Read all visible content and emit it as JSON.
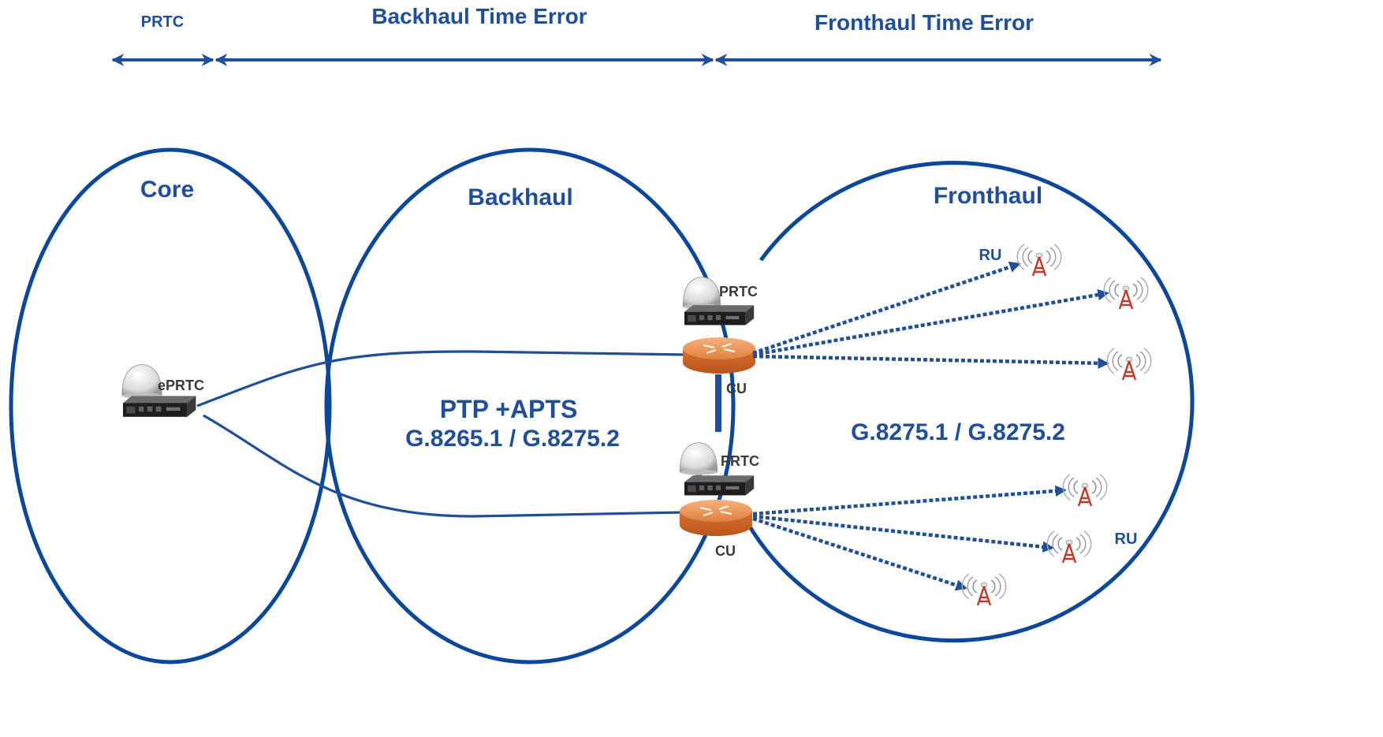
{
  "colors": {
    "primary": "#1f4e9c",
    "oval": "#0b479a",
    "router": "#e5894a",
    "tower": "#c0392b",
    "label_dark": "#3a3a3a"
  },
  "header": {
    "prtc": "PRTC",
    "backhaul_te": "Backhaul Time Error",
    "fronthaul_te": "Fronthaul  Time Error"
  },
  "regions": {
    "core": "Core",
    "backhaul": "Backhaul",
    "fronthaul": "Fronthaul"
  },
  "backhaul_protocol": {
    "line1": "PTP +APTS",
    "line2": "G.8265.1 / G.8275.2"
  },
  "fronthaul_protocol": "G.8275.1 / G.8275.2",
  "devices": {
    "eprtc": "ePRTC",
    "prtc_top": "PRTC",
    "prtc_bottom": "PRTC",
    "cu_top": "CU",
    "cu_bottom": "CU",
    "ru_top": "RU",
    "ru_bottom": "RU"
  },
  "icons": {
    "gnss_antenna": "gnss-antenna-icon",
    "grandmaster": "grandmaster-clock-icon",
    "router": "router-icon",
    "radio_unit": "radio-tower-icon"
  }
}
